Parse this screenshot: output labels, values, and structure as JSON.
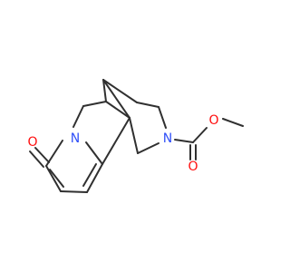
{
  "molecule": {
    "atoms": [
      {
        "id": "o_carbonyl_ring",
        "element": "O",
        "label": "O",
        "color": "#ff0d0d"
      },
      {
        "id": "n_pyridone",
        "element": "N",
        "label": "N",
        "color": "#3050f8"
      },
      {
        "id": "n_carbamate",
        "element": "N",
        "label": "N",
        "color": "#3050f8"
      },
      {
        "id": "o_ester_ether",
        "element": "O",
        "label": "O",
        "color": "#ff0d0d"
      },
      {
        "id": "o_ester_carbonyl",
        "element": "O",
        "label": "O",
        "color": "#ff0d0d"
      }
    ],
    "bond_color": "#303030"
  }
}
